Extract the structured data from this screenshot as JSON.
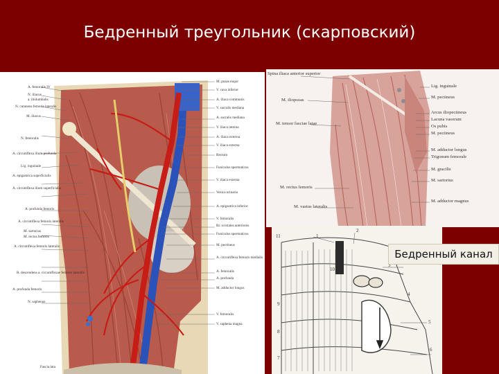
{
  "slide": {
    "title": "Бедренный треугольник (скарповский)",
    "callout": "Бедренный канал"
  },
  "left_figure": {
    "labels_left": [
      "A. femoralis IV",
      "N. iliacus",
      "a. iliolumbalis",
      "N. cutaneus femoris lateralis",
      "M. iliacus",
      "N. femoralis",
      "A. circumflexa ilium profunda",
      "Lig. inguinale",
      "A. epigastrica superficialis",
      "A. circumflexa ilium superficialis",
      "A. profunda femoris",
      "A. circumflexa femoris lateralis",
      "M. sartorius",
      "M. rectus femoris",
      "A. circumflexa femoris lateralis",
      "R. descendens a. circumflexae femoris lateralis",
      "A. profunda femoris",
      "N. saphenus",
      "Fascia lata"
    ],
    "labels_right": [
      "M. psoas major",
      "V. cava inferior",
      "A. iliaca communis",
      "V. sacralis mediana",
      "A. sacralis mediana",
      "V. iliaca interna",
      "A. iliaca externa",
      "V. iliaca externa",
      "Rectum",
      "Funiculus spermaticus",
      "V. iliaca externa",
      "Vesica urinaria",
      "A. epigastrica inferior",
      "V. femoralis",
      "Rr. scrotales anteriores",
      "Funiculus spermaticus",
      "M. pectineus",
      "A. circumflexa femoris medialis",
      "A. femoralis",
      "A. profunda",
      "M. adductor longus",
      "V. femoralis",
      "V. saphena magna"
    ]
  },
  "right_top_figure": {
    "labels_left": [
      "Spina iliaca anterior superior",
      "M. iliopsoas",
      "M. tensor fasciae latae",
      "M. rectus femoris",
      "M. vastus lateralis"
    ],
    "labels_right": [
      "Lig. inguinale",
      "M. pectineus",
      "Arcus iliopectineus",
      "Lacuna vasorum",
      "Os pubis",
      "M. pectineus",
      "M. adductor longus",
      "Trigonum femorale",
      "M. gracilis",
      "M. sartorius",
      "M. adductor magnus"
    ]
  },
  "right_bottom_figure": {
    "numbers": [
      "1",
      "2",
      "3",
      "4",
      "5",
      "6",
      "7",
      "8",
      "9",
      "10",
      "11"
    ]
  }
}
